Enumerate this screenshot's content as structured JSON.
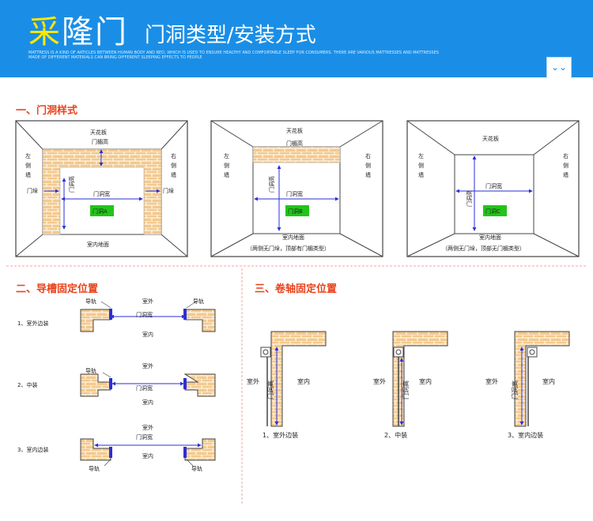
{
  "header": {
    "brand_first": "采",
    "brand_rest": "隆门",
    "title": "门洞类型/安装方式",
    "tagline": "MATTRESS IS A KIND OF ARTICLES BETWEEN HUMAN BODY AND BED, WHICH IS USED TO ENSURE HEALTHY AND COMFORTABLE SLEEP FOR CONSUMERS. THERE ARE VARIOUS MATTRESSES AND MATTRESSES MADE OF DIFFERENT MATERIALS CAN BRING DIFFERENT SLEEPING EFFECTS TO PEOPLE",
    "scroll_icon": "double-chevron-down-icon",
    "scroll_glyph": "⌄⌄"
  },
  "colors": {
    "banner": "#1a8ee6",
    "brand_highlight": "#ffe600",
    "section_title": "#e8421b",
    "brick": "#f3c98d",
    "label_green": "#22c41a",
    "dimension": "#2b2fd6",
    "divider": "#f0a6a6"
  },
  "section1": {
    "title": "一、门洞样式",
    "ceiling": "天花板",
    "lintel_h": "门楣高",
    "left_wall": [
      "左",
      "侧",
      "墙"
    ],
    "right_wall": [
      "右",
      "侧",
      "墙"
    ],
    "jamb": "门垛",
    "door_h": "门洞高",
    "door_w": "门洞宽",
    "floor": "室内地面",
    "types": [
      {
        "label": "门洞A",
        "note": ""
      },
      {
        "label": "门洞B",
        "note": "（两侧无门垛，顶部有门楣类型）"
      },
      {
        "label": "门洞C",
        "note": "（两侧无门垛，顶部无门楣类型）"
      }
    ]
  },
  "section2": {
    "title": "二、导槽固定位置",
    "rail": "导轨",
    "outdoor": "室外",
    "indoor": "室内",
    "door_w": "门洞宽",
    "items": [
      "1、室外边装",
      "2、中装",
      "3、室内边装"
    ]
  },
  "section3": {
    "title": "三、卷轴固定位置",
    "outdoor": "室外",
    "indoor": "室内",
    "door_h": "门洞高",
    "items": [
      "1、室外边装",
      "2、中装",
      "3、室内边装"
    ]
  }
}
